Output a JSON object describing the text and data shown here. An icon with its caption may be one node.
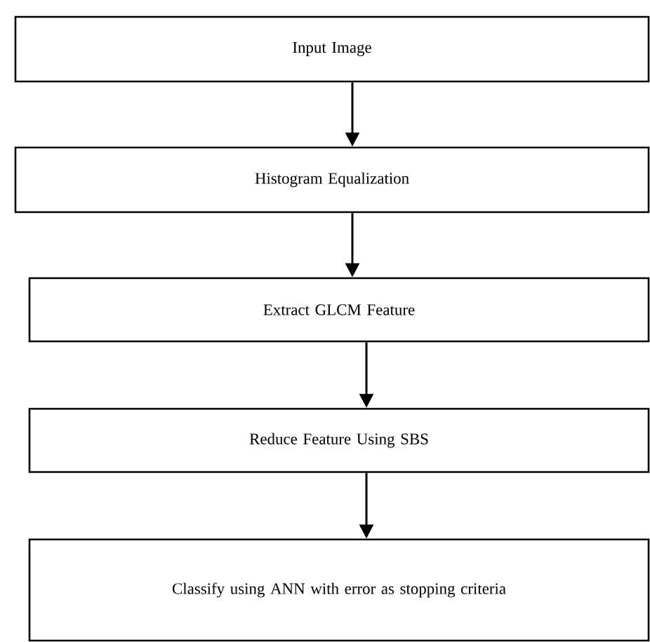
{
  "diagram": {
    "nodes": [
      {
        "text": [
          "Input Image"
        ]
      },
      {
        "text": [
          "Histogram Equalization"
        ]
      },
      {
        "text": [
          "Extract GLCM Feature"
        ]
      },
      {
        "text": [
          "Reduce Feature Using SBS"
        ]
      },
      {
        "text": [
          "Classify using ANN with error as stopping criteria"
        ]
      }
    ],
    "edges": [
      {
        "from": 0,
        "to": 1,
        "arrow": "to"
      },
      {
        "from": 1,
        "to": 2,
        "arrow": "to"
      },
      {
        "from": 2,
        "to": 3,
        "arrow": "to"
      },
      {
        "from": 3,
        "to": 4,
        "arrow": "to"
      }
    ]
  }
}
